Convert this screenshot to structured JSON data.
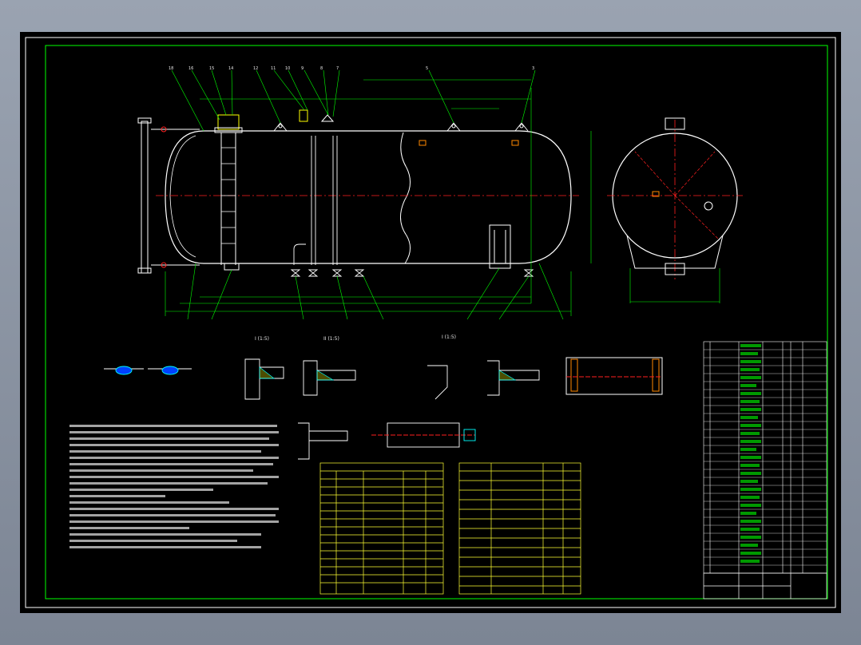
{
  "details": {
    "weld_a": "",
    "weld_b": "",
    "section_1": "I (1:5)",
    "section_2": "II (1:5)",
    "section_3": "I (1:5)",
    "saddle": ""
  },
  "notes_title": "",
  "colors": {
    "background": "#000000",
    "frame": "#ffffff",
    "outline": "#00ff00",
    "geometry": "#ffffff",
    "centerline": "#ff2020",
    "fitting": "#ffff00",
    "dimension": "#00ffff",
    "weld": "#0040ff",
    "table": "#ffff33"
  },
  "icons": [
    "pressure-vessel-icon",
    "manhole-icon",
    "ladder-icon",
    "saddle-support-icon",
    "nozzle-icon",
    "valve-icon"
  ]
}
